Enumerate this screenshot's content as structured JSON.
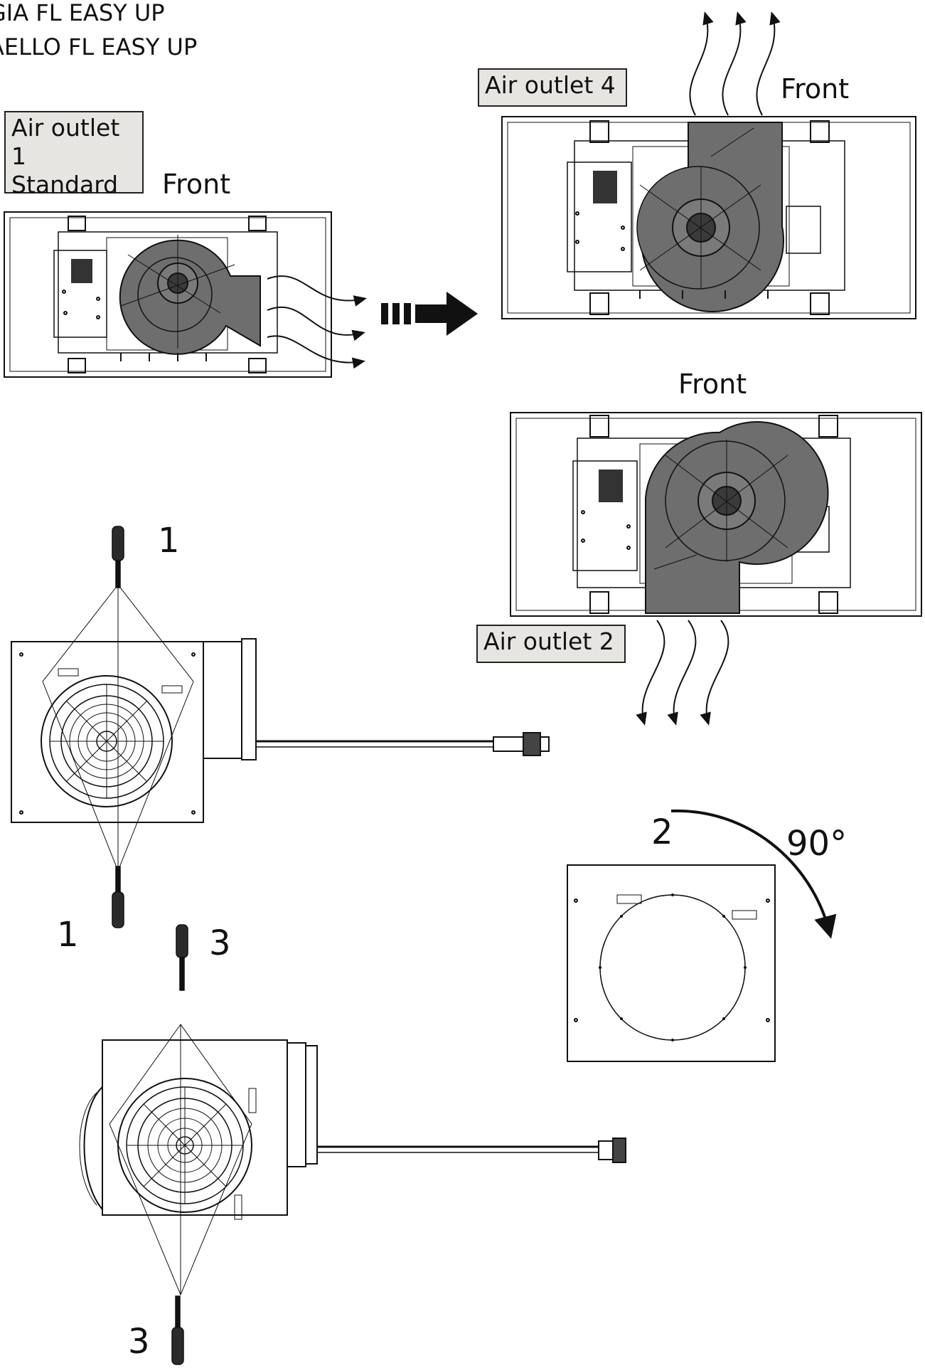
{
  "header": {
    "line1": "GIA FL EASY UP",
    "line2": "AELLO FL EASY UP"
  },
  "labels": {
    "outlet1_line1": "Air outlet 1",
    "outlet1_line2": "Standard",
    "outlet4": "Air outlet 4",
    "outlet2": "Air outlet 2",
    "front": "Front"
  },
  "steps": {
    "s1": "1",
    "s2": "2",
    "s3": "3",
    "angle": "90°"
  },
  "colors": {
    "ink": "#111111",
    "duct": "#6e6e6e",
    "label_bg": "#e7e5e1"
  },
  "icons": [
    "screwdriver-icon",
    "rotate-arrow-icon",
    "direction-arrow-icon"
  ]
}
